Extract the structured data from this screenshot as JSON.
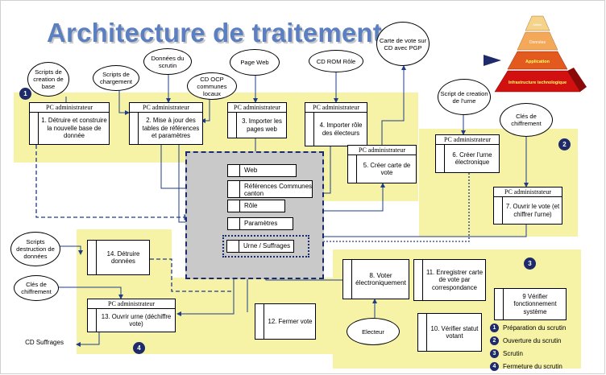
{
  "title": "Architecture de traitement",
  "pyramid": {
    "levels": [
      "Métier",
      "Données",
      "Application",
      "Infrastructure technologique"
    ],
    "highlighted": "Application"
  },
  "process_header": "PC administrateur",
  "processes": {
    "p1": "1. Détruire et construire la nouvelle base de donnée",
    "p2": "2. Mise à jour des tables de références et paramètres",
    "p3": "3. Importer les pages web",
    "p4": "4. Importer rôle des électeurs",
    "p5": "5. Créer carte de vote",
    "p6": "6. Créer l'urne électronique",
    "p7": "7. Ouvrir le vote (et chiffrer l'urne)",
    "p8": "8. Voter électroniquement",
    "p9": "9 Vérifier fonctionnement système",
    "p10": "10. Vérifier statut votant",
    "p11": "11. Enregistrer carte de vote par correspondance",
    "p12": "12. Fermer vote",
    "p13": "13. Ouvrir urne (déchiffre vote)",
    "p14": "14. Détruire données"
  },
  "sources": {
    "scripts_creation_base": "Scripts de creation de base",
    "scripts_chargement": "Scripts de chargement",
    "donnees_scrutin": "Données du scrutin",
    "cd_ocp": "CD OCP communes locaux",
    "page_web": "Page Web",
    "cd_rom_role": "CD ROM Rôle",
    "carte_vote_cd": "Carte de vote sur CD avec PGP",
    "script_creation_urne": "Script de creation de l'urne",
    "cles_chiffrement_1": "Clés de chiffrement",
    "scripts_destruction": "Scripts destruction de données",
    "cles_chiffrement_2": "Clés de chiffrement",
    "cd_suffrages": "CD Suffrages",
    "electeur": "Electeur"
  },
  "database_tables": [
    "Web",
    "Références Communes canton",
    "Rôle",
    "Paramètres",
    "Urne / Suffrages"
  ],
  "zone_numbers": [
    "1",
    "2",
    "3",
    "4"
  ],
  "legend": [
    {
      "num": "1",
      "label": "Préparation du scrutin"
    },
    {
      "num": "2",
      "label": "Ouverture du scrutin"
    },
    {
      "num": "3",
      "label": "Scrutin"
    },
    {
      "num": "4",
      "label": "Fermeture du scrutin"
    }
  ],
  "colors": {
    "title": "#5b7fc0",
    "zone": "#f7f3a6",
    "database": "#c9c9c9",
    "number_badge": "#1e2a6a",
    "pyramid": [
      "#f5d38a",
      "#f3a85a",
      "#e35a1e",
      "#d21010"
    ]
  }
}
